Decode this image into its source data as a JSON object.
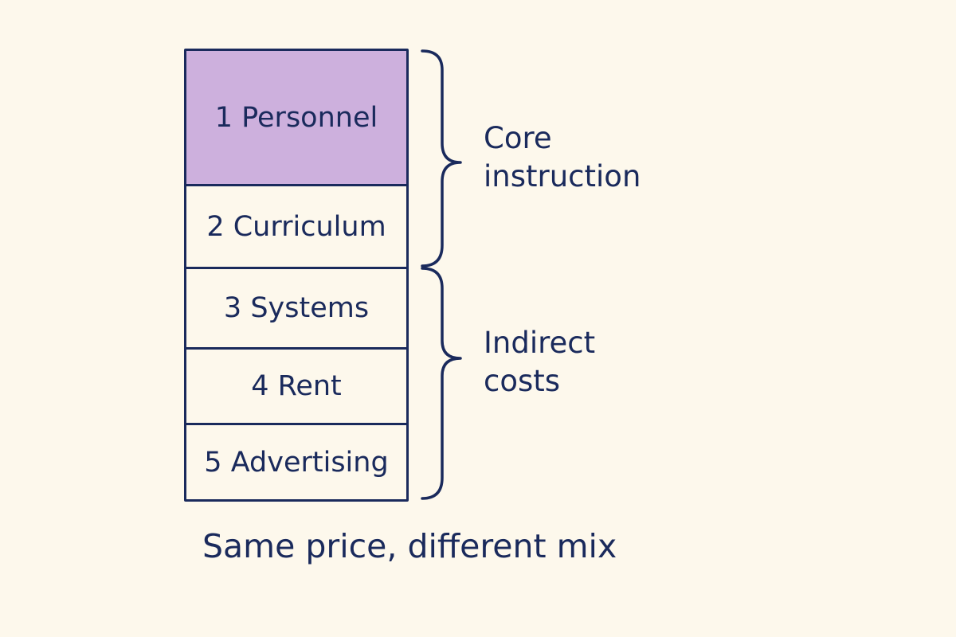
{
  "blocks": [
    {
      "label": "1 Personnel",
      "fill": "#cdb0dd"
    },
    {
      "label": "2 Curriculum",
      "fill": "#fdf8ec"
    },
    {
      "label": "3 Systems",
      "fill": "#fdf8ec"
    },
    {
      "label": "4 Rent",
      "fill": "#fdf8ec"
    },
    {
      "label": "5 Advertising",
      "fill": "#fdf8ec"
    }
  ],
  "groups": [
    {
      "label": "Core\ninstruction",
      "blocks": [
        1,
        2
      ]
    },
    {
      "label": "Indirect\ncosts",
      "blocks": [
        3,
        4,
        5
      ]
    }
  ],
  "caption": "Same price, different mix",
  "colors": {
    "ink": "#1a2a5c",
    "background": "#fdf8ec",
    "highlight": "#cdb0dd"
  }
}
